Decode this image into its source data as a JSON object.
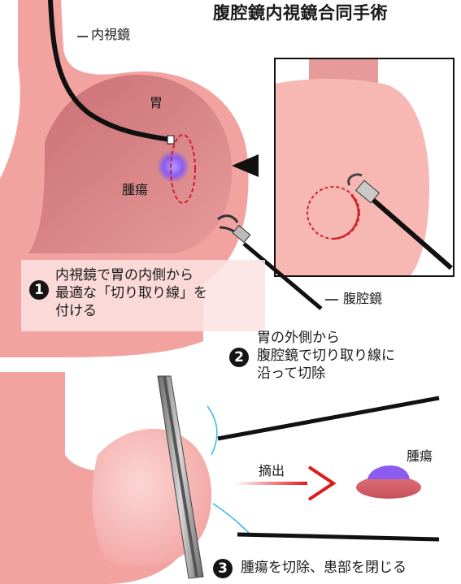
{
  "title": "腹腔鏡内視鏡合同手術",
  "labels": {
    "endoscope": "内視鏡",
    "stomach": "胃",
    "tumor": "腫瘍",
    "laparoscope": "腹腔鏡",
    "extraction": "摘出",
    "tumor_removed": "腫瘍"
  },
  "steps": [
    {
      "number": "1",
      "lines": [
        "内視鏡で胃の内側から",
        "最適な「切り取り線」を",
        "付ける"
      ]
    },
    {
      "number": "2",
      "lines": [
        "胃の外側から",
        "腹腔鏡で切り取り線に",
        "沿って切除"
      ]
    },
    {
      "number": "3",
      "lines": [
        "腫瘍を切除、患部を閉じる"
      ]
    }
  ],
  "colors": {
    "stomach": "#f2a3a0",
    "stomach_dark": "#d98384",
    "tumor": "#8a5cf0",
    "cut_line": "#d0202a",
    "arrow": "#e01a1a",
    "suture": "#36b9e6"
  }
}
